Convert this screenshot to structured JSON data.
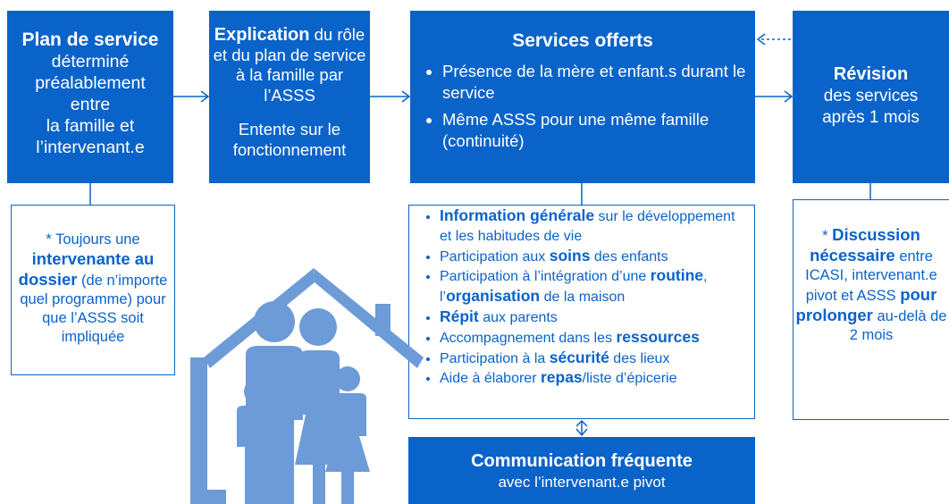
{
  "plan": {
    "title": "Plan de service",
    "lines": [
      "déterminé",
      "préalablement",
      "entre",
      "la famille et",
      "l’intervenant.e"
    ]
  },
  "explication": {
    "title": "Explication",
    "text1": " du rôle et du plan de service à la famille par l’ASSS",
    "text2": "Entente sur le fonctionnement"
  },
  "services": {
    "title": "Services offerts",
    "items": [
      "Présence de la mère et enfant.s durant le service",
      "Même ASSS pour une même famille (continuité)"
    ]
  },
  "revision": {
    "title": "Révision",
    "lines": [
      "des services",
      "après 1 mois"
    ]
  },
  "note_left": {
    "t1": "* Toujours une ",
    "b1": "intervenante au dossier",
    "t2": " (de n’importe quel programme)  pour que l’ASSS soit impliquée"
  },
  "details": [
    {
      "b1": "Information générale",
      "t1": " sur le développement et les habitudes de vie"
    },
    {
      "t1": "Participation aux ",
      "b1": "soins",
      "t2": " des enfants"
    },
    {
      "t1": "Participation à l’intégration d’une ",
      "b1": "routine",
      "t2": ", l’",
      "b2": "organisation",
      "t3": " de la maison"
    },
    {
      "b1": "Répit",
      "t1": " aux parents"
    },
    {
      "t1": "Accompagnement dans les ",
      "b1": "ressources"
    },
    {
      "t1": "Participation à la ",
      "b1": "sécurité",
      "t2": " des lieux"
    },
    {
      "t1": "Aide à élaborer ",
      "b1": "repas",
      "t2": "/liste d’épicerie"
    }
  ],
  "note_right": {
    "t0": "* ",
    "b1": "Discussion nécessaire",
    "t1": " entre ICASI, intervenant.e pivot et ASSS ",
    "b2": "pour prolonger",
    "t2": " au-delà de 2 mois"
  },
  "communication": {
    "title": "Communication fréquente",
    "subtitle": "avec l’intervenant.e pivot"
  },
  "colors": {
    "primary": "#0a63c9",
    "illustration": "#6c9bd7"
  },
  "illustration": {
    "icon": "family-house-icon"
  }
}
